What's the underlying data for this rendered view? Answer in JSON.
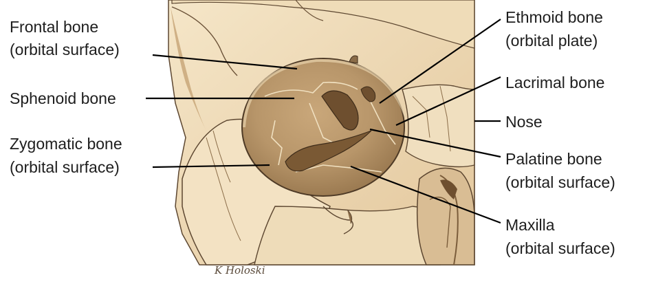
{
  "labels": {
    "frontal_bone": "Frontal bone",
    "frontal_sub": "(orbital surface)",
    "sphenoid_bone": "Sphenoid bone",
    "zygomatic_bone": "Zygomatic bone",
    "zygomatic_sub": "(orbital surface)",
    "ethmoid_bone": "Ethmoid bone",
    "ethmoid_sub": "(orbital plate)",
    "lacrimal_bone": "Lacrimal bone",
    "nose": "Nose",
    "palatine_bone": "Palatine bone",
    "palatine_sub": "(orbital surface)",
    "maxilla": "Maxilla",
    "maxilla_sub": "(orbital surface)"
  },
  "signature": "K Holoski",
  "colors": {
    "bone_light": "#f3e2c3",
    "bone_mid": "#dcbf94",
    "bone_dark": "#a98a62",
    "shadow": "#7a5c3a",
    "outline": "#5c4630"
  }
}
